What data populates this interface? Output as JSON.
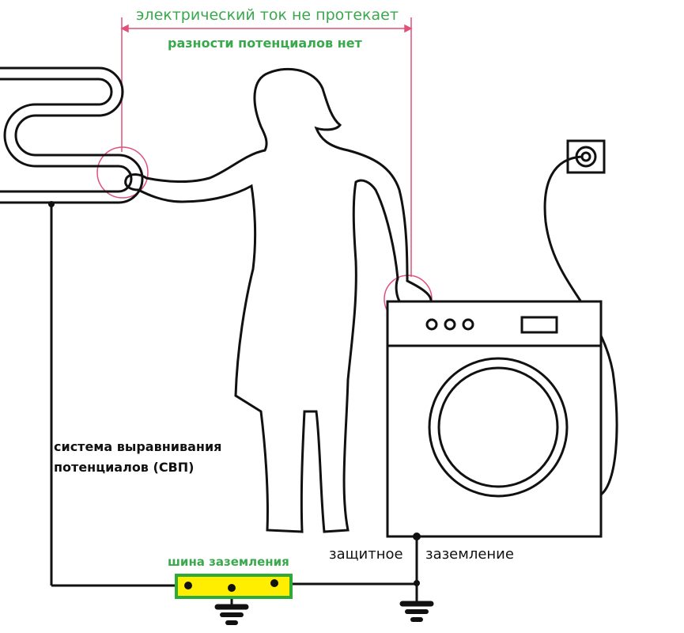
{
  "labels": {
    "no_current": "электрический ток не протекает",
    "no_potential_difference": "разности потенциалов нет",
    "equalization_system_line1": "система выравнивания",
    "equalization_system_line2": "потенциалов (СВП)",
    "ground_bus": "шина заземления",
    "protective": "защитное",
    "grounding": "заземление"
  },
  "colors": {
    "green_text": "#3aa84d",
    "marker_red": "#e0507a",
    "bus_fill": "#ffee00",
    "bus_border": "#2eaa3a"
  }
}
